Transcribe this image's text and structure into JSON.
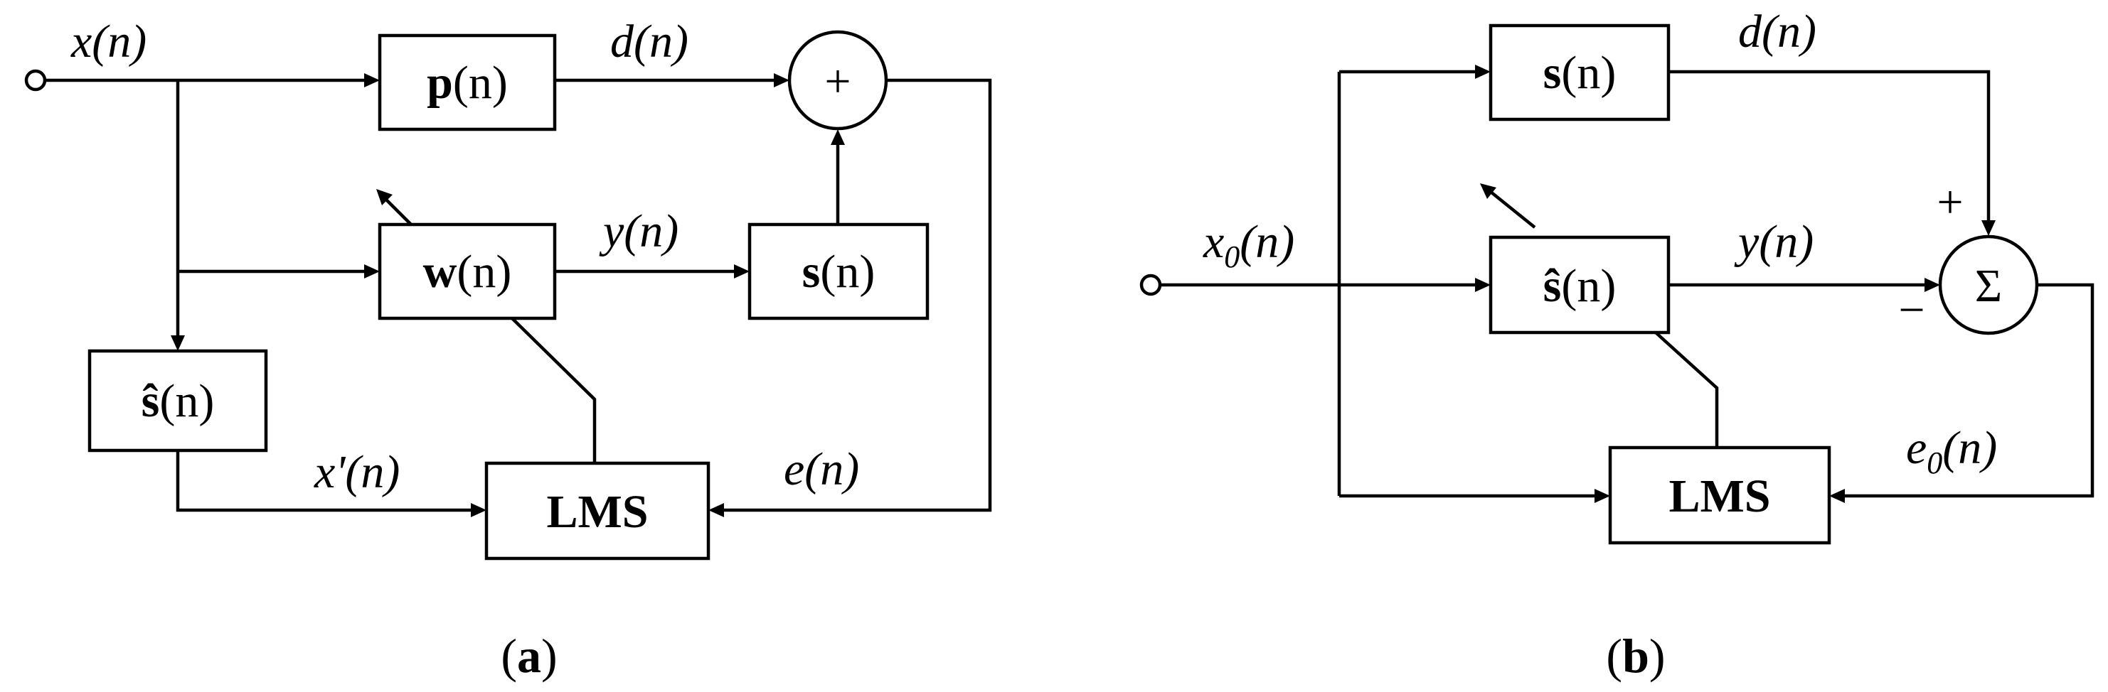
{
  "diagram_a": {
    "caption": {
      "open": "(",
      "letter": "a",
      "close": ")"
    },
    "blocks": {
      "p": {
        "sym": "p",
        "arg": "(n)"
      },
      "w": {
        "sym": "w",
        "arg": "(n)"
      },
      "s": {
        "sym": "s",
        "arg": "(n)"
      },
      "s_hat": {
        "sym": "ŝ",
        "arg": "(n)"
      },
      "lms": {
        "label": "LMS"
      }
    },
    "sum_symbol": "+",
    "signals": {
      "x": "x(n)",
      "d": "d(n)",
      "y": "y(n)",
      "x_prime": "x'(n)",
      "e": "e(n)"
    }
  },
  "diagram_b": {
    "caption": {
      "open": "(",
      "letter": "b",
      "close": ")"
    },
    "blocks": {
      "s": {
        "sym": "s",
        "arg": "(n)"
      },
      "s_hat": {
        "sym": "ŝ",
        "arg": "(n)"
      },
      "lms": {
        "label": "LMS"
      }
    },
    "sum_symbol": "Σ",
    "plus_sign": "+",
    "minus_sign": "−",
    "signals": {
      "x0": {
        "base": "x",
        "sub": "0",
        "arg": "(n)"
      },
      "d": "d(n)",
      "y": "y(n)",
      "e0": {
        "base": "e",
        "sub": "0",
        "arg": "(n)"
      }
    }
  }
}
